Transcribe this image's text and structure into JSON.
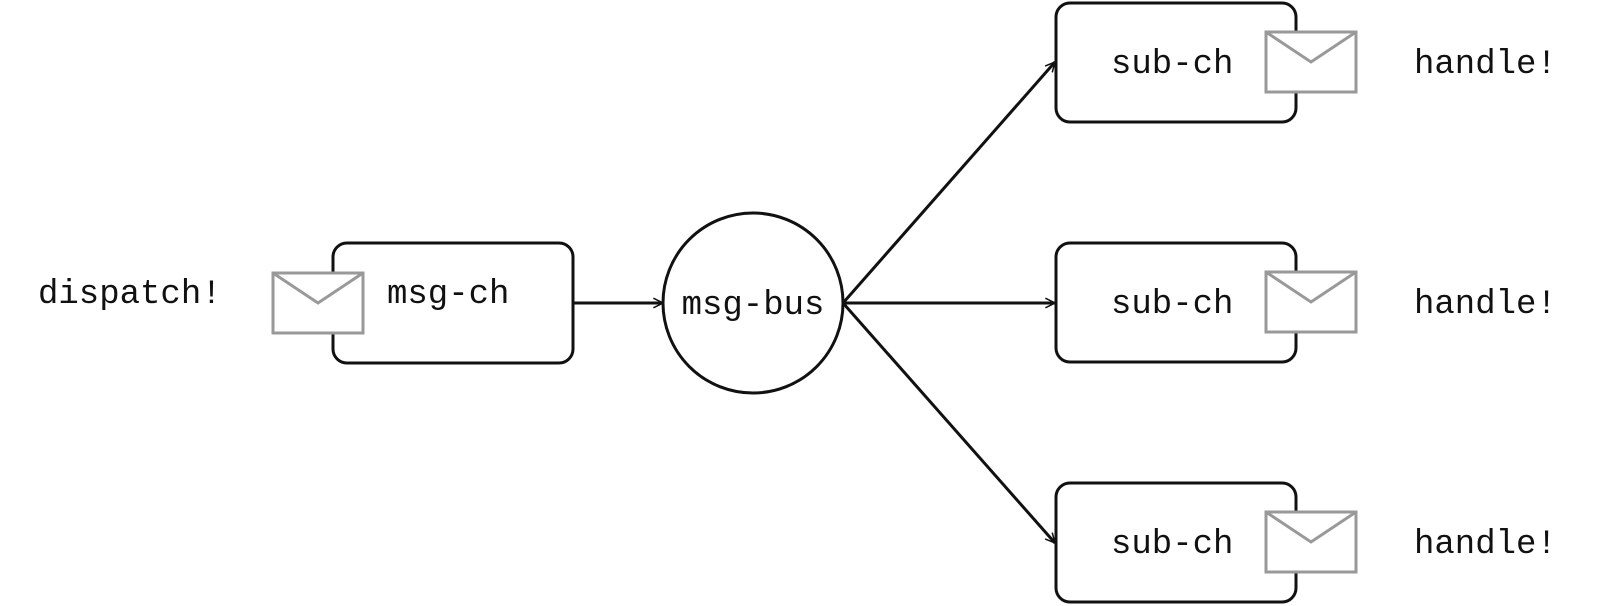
{
  "colors": {
    "stroke": "#111111",
    "envelope": "#999999",
    "background": "#ffffff"
  },
  "sender": {
    "action_label": "dispatch!",
    "channel_label": "msg-ch",
    "envelope_icon": "envelope-icon"
  },
  "bus": {
    "label": "msg-bus"
  },
  "subscribers": [
    {
      "channel_label": "sub-ch",
      "action_label": "handle!",
      "envelope_icon": "envelope-icon"
    },
    {
      "channel_label": "sub-ch",
      "action_label": "handle!",
      "envelope_icon": "envelope-icon"
    },
    {
      "channel_label": "sub-ch",
      "action_label": "handle!",
      "envelope_icon": "envelope-icon"
    }
  ]
}
